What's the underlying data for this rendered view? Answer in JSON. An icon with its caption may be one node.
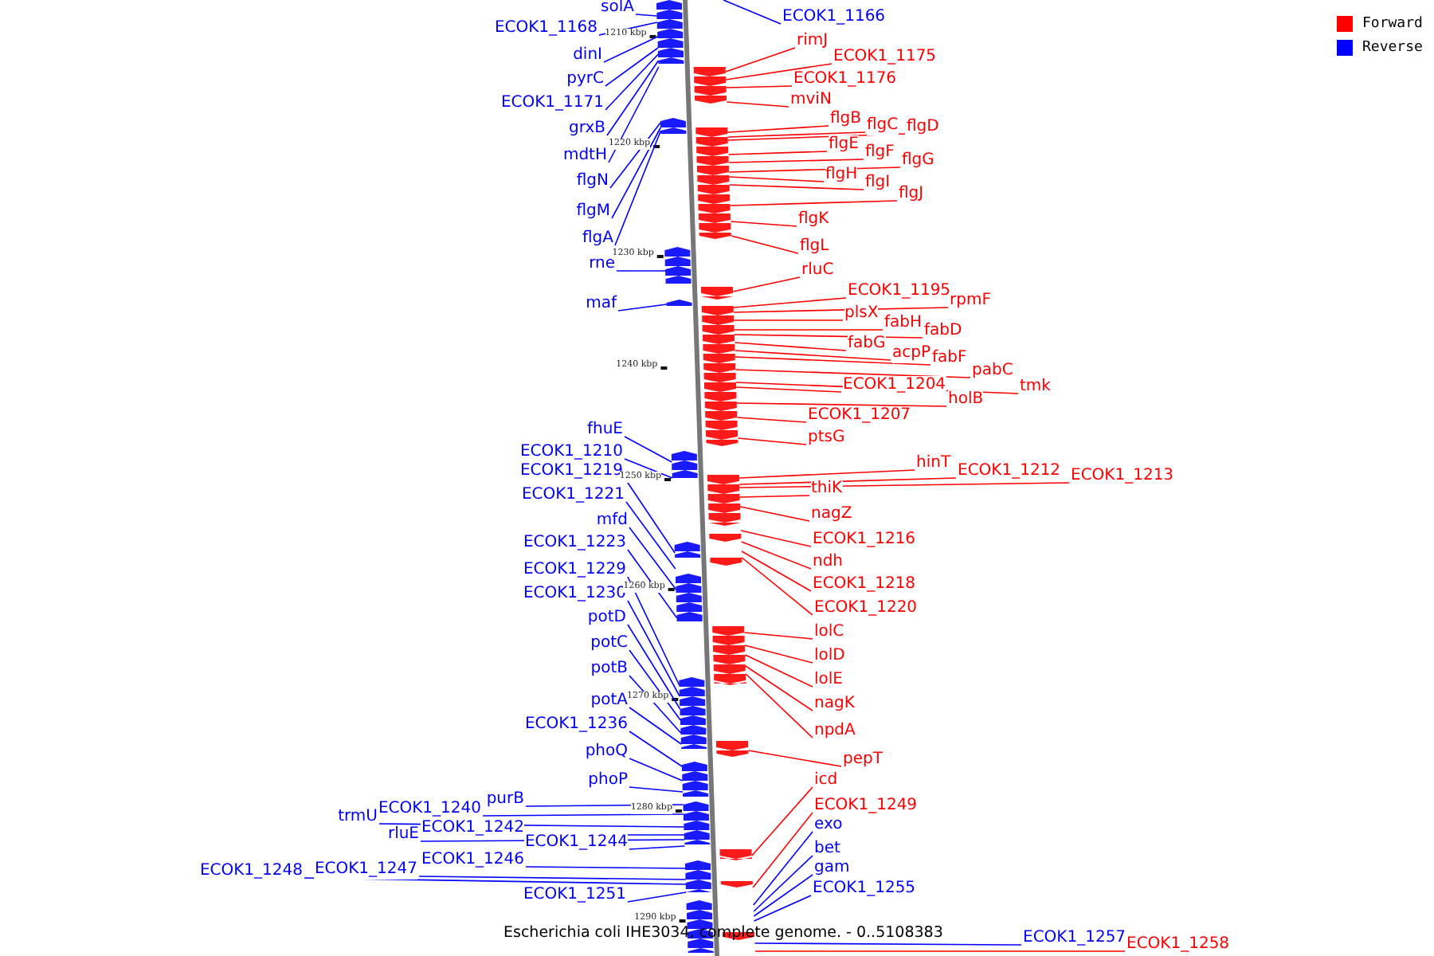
{
  "diagram": {
    "caption": "Escherichia coli IHE3034, complete genome. - 0..5108383",
    "nodes": [
      {
        "text": [
          "solA"
        ]
      },
      {
        "text": [
          "ECOK1_1168"
        ]
      },
      {
        "text": [
          "dinI"
        ]
      },
      {
        "text": [
          "pyrC"
        ]
      },
      {
        "text": [
          "ECOK1_1171"
        ]
      },
      {
        "text": [
          "grxB"
        ]
      },
      {
        "text": [
          "mdtH"
        ]
      },
      {
        "text": [
          "flgN"
        ]
      },
      {
        "text": [
          "flgM"
        ]
      },
      {
        "text": [
          "flgA"
        ]
      },
      {
        "text": [
          "rne"
        ]
      },
      {
        "text": [
          "maf"
        ]
      },
      {
        "text": [
          "fhuE"
        ]
      },
      {
        "text": [
          "ECOK1_1210"
        ]
      },
      {
        "text": [
          "ECOK1_1219"
        ]
      },
      {
        "text": [
          "ECOK1_1221"
        ]
      },
      {
        "text": [
          "mfd"
        ]
      },
      {
        "text": [
          "ECOK1_1223"
        ]
      },
      {
        "text": [
          "ECOK1_1229"
        ]
      },
      {
        "text": [
          "ECOK1_1230"
        ]
      },
      {
        "text": [
          "potD"
        ]
      },
      {
        "text": [
          "potC"
        ]
      },
      {
        "text": [
          "potB"
        ]
      },
      {
        "text": [
          "potA"
        ]
      },
      {
        "text": [
          "ECOK1_1236"
        ]
      },
      {
        "text": [
          "phoQ"
        ]
      },
      {
        "text": [
          "phoP"
        ]
      },
      {
        "text": [
          "purB"
        ]
      },
      {
        "text": [
          "ECOK1_1240"
        ]
      },
      {
        "text": [
          "trmU"
        ]
      },
      {
        "text": [
          "ECOK1_1242"
        ]
      },
      {
        "text": [
          "rluE"
        ]
      },
      {
        "text": [
          "ECOK1_1244"
        ]
      },
      {
        "text": [
          "ECOK1_1246"
        ]
      },
      {
        "text": [
          "ECOK1_1247"
        ]
      },
      {
        "text": [
          "ECOK1_1248"
        ]
      },
      {
        "text": [
          "ECOK1_1251"
        ]
      },
      {
        "text": [
          "ECOK1_1166"
        ]
      },
      {
        "text": [
          "rimJ"
        ]
      },
      {
        "text": [
          "ECOK1_1175"
        ]
      },
      {
        "text": [
          "ECOK1_1176"
        ]
      },
      {
        "text": [
          "mviN"
        ]
      },
      {
        "text": [
          "flgB"
        ]
      },
      {
        "text": [
          "flgC"
        ]
      },
      {
        "text": [
          "flgD"
        ]
      },
      {
        "text": [
          "flgE"
        ]
      },
      {
        "text": [
          "flgF"
        ]
      },
      {
        "text": [
          "flgG"
        ]
      },
      {
        "text": [
          "flgH"
        ]
      },
      {
        "text": [
          "flgI"
        ]
      },
      {
        "text": [
          "flgJ"
        ]
      },
      {
        "text": [
          "flgK"
        ]
      },
      {
        "text": [
          "flgL"
        ]
      },
      {
        "text": [
          "rluC"
        ]
      },
      {
        "text": [
          "ECOK1_1195"
        ]
      },
      {
        "text": [
          "rpmF"
        ]
      },
      {
        "text": [
          "plsX"
        ]
      },
      {
        "text": [
          "fabH"
        ]
      },
      {
        "text": [
          "fabD"
        ]
      },
      {
        "text": [
          "fabG"
        ]
      },
      {
        "text": [
          "acpP"
        ]
      },
      {
        "text": [
          "fabF"
        ]
      },
      {
        "text": [
          "pabC"
        ]
      },
      {
        "text": [
          "tmk"
        ]
      },
      {
        "text": [
          "ECOK1_1204"
        ]
      },
      {
        "text": [
          "holB"
        ]
      },
      {
        "text": [
          "ECOK1_1207"
        ]
      },
      {
        "text": [
          "ptsG"
        ]
      },
      {
        "text": [
          "hinT"
        ]
      },
      {
        "text": [
          "ECOK1_1212"
        ]
      },
      {
        "text": [
          "ECOK1_1213"
        ]
      },
      {
        "text": [
          "thiK"
        ]
      },
      {
        "text": [
          "nagZ"
        ]
      },
      {
        "text": [
          "ECOK1_1216"
        ]
      },
      {
        "text": [
          "ndh"
        ]
      },
      {
        "text": [
          "ECOK1_1218"
        ]
      },
      {
        "text": [
          "ECOK1_1220"
        ]
      },
      {
        "text": [
          "lolC"
        ]
      },
      {
        "text": [
          "lolD"
        ]
      },
      {
        "text": [
          "lolE"
        ]
      },
      {
        "text": [
          "nagK"
        ]
      },
      {
        "text": [
          "npdA"
        ]
      },
      {
        "text": [
          "pepT"
        ]
      },
      {
        "text": [
          "icd"
        ]
      },
      {
        "text": [
          "ECOK1_1249"
        ]
      },
      {
        "text": [
          "exo"
        ]
      },
      {
        "text": [
          "bet"
        ]
      },
      {
        "text": [
          "gam"
        ]
      },
      {
        "text": [
          "ECOK1_1255"
        ]
      },
      {
        "text": [
          "ECOK1_1257"
        ]
      },
      {
        "text": [
          "ECOK1_1258"
        ]
      },
      {
        "text": [],
        "shape": "picture"
      }
    ],
    "edges": [
      {
        "from": 0,
        "to": 91,
        "arrow": "none",
        "color": "#0000ff"
      },
      {
        "from": 1,
        "to": 91,
        "arrow": "none",
        "color": "#0000ff"
      },
      {
        "from": 2,
        "to": 91,
        "arrow": "none",
        "color": "#0000ff"
      },
      {
        "from": 3,
        "to": 91,
        "arrow": "none",
        "color": "#0000ff"
      },
      {
        "from": 4,
        "to": 91,
        "arrow": "none",
        "color": "#0000ff"
      },
      {
        "from": 5,
        "to": 91,
        "arrow": "none",
        "color": "#0000ff"
      },
      {
        "from": 6,
        "to": 91,
        "arrow": "none",
        "color": "#0000ff"
      },
      {
        "from": 7,
        "to": 91,
        "arrow": "none",
        "color": "#0000ff"
      },
      {
        "from": 8,
        "to": 91,
        "arrow": "none",
        "color": "#0000ff"
      },
      {
        "from": 9,
        "to": 91,
        "arrow": "none",
        "color": "#0000ff"
      },
      {
        "from": 10,
        "to": 91,
        "arrow": "none",
        "color": "#0000ff"
      },
      {
        "from": 11,
        "to": 91,
        "arrow": "none",
        "color": "#0000ff"
      },
      {
        "from": 12,
        "to": 91,
        "arrow": "none",
        "color": "#0000ff"
      },
      {
        "from": 13,
        "to": 91,
        "arrow": "none",
        "color": "#0000ff"
      },
      {
        "from": 14,
        "to": 91,
        "arrow": "none",
        "color": "#0000ff"
      },
      {
        "from": 15,
        "to": 91,
        "arrow": "none",
        "color": "#0000ff"
      },
      {
        "from": 16,
        "to": 91,
        "arrow": "none",
        "color": "#0000ff"
      },
      {
        "from": 17,
        "to": 91,
        "arrow": "none",
        "color": "#0000ff"
      },
      {
        "from": 18,
        "to": 91,
        "arrow": "none",
        "color": "#0000ff"
      },
      {
        "from": 19,
        "to": 91,
        "arrow": "none",
        "color": "#0000ff"
      },
      {
        "from": 20,
        "to": 91,
        "arrow": "none",
        "color": "#0000ff"
      },
      {
        "from": 21,
        "to": 91,
        "arrow": "none",
        "color": "#0000ff"
      },
      {
        "from": 22,
        "to": 91,
        "arrow": "none",
        "color": "#0000ff"
      },
      {
        "from": 23,
        "to": 91,
        "arrow": "none",
        "color": "#0000ff"
      },
      {
        "from": 24,
        "to": 91,
        "arrow": "none",
        "color": "#0000ff"
      },
      {
        "from": 25,
        "to": 91,
        "arrow": "none",
        "color": "#0000ff"
      },
      {
        "from": 26,
        "to": 91,
        "arrow": "none",
        "color": "#0000ff"
      },
      {
        "from": 27,
        "to": 91,
        "arrow": "none",
        "color": "#0000ff"
      },
      {
        "from": 28,
        "to": 91,
        "arrow": "none",
        "color": "#0000ff"
      },
      {
        "from": 29,
        "to": 91,
        "arrow": "none",
        "color": "#0000ff"
      },
      {
        "from": 30,
        "to": 91,
        "arrow": "none",
        "color": "#0000ff"
      },
      {
        "from": 31,
        "to": 91,
        "arrow": "none",
        "color": "#0000ff"
      },
      {
        "from": 32,
        "to": 91,
        "arrow": "none",
        "color": "#0000ff"
      },
      {
        "from": 33,
        "to": 91,
        "arrow": "none",
        "color": "#0000ff"
      },
      {
        "from": 34,
        "to": 91,
        "arrow": "none",
        "color": "#0000ff"
      },
      {
        "from": 35,
        "to": 91,
        "arrow": "none",
        "color": "#0000ff"
      },
      {
        "from": 36,
        "to": 91,
        "arrow": "none",
        "color": "#0000ff"
      },
      {
        "from": 37,
        "to": 91,
        "arrow": "none",
        "color": "#0000ff"
      },
      {
        "from": 38,
        "to": 91,
        "arrow": "none"
      },
      {
        "from": 39,
        "to": 91,
        "arrow": "none"
      },
      {
        "from": 40,
        "to": 91,
        "arrow": "none"
      },
      {
        "from": 41,
        "to": 91,
        "arrow": "none"
      },
      {
        "from": 42,
        "to": 91,
        "arrow": "none"
      },
      {
        "from": 43,
        "to": 91,
        "arrow": "none"
      },
      {
        "from": 44,
        "to": 91,
        "arrow": "none"
      },
      {
        "from": 45,
        "to": 91,
        "arrow": "none"
      },
      {
        "from": 46,
        "to": 91,
        "arrow": "none"
      },
      {
        "from": 47,
        "to": 91,
        "arrow": "none"
      },
      {
        "from": 48,
        "to": 91,
        "arrow": "none"
      },
      {
        "from": 49,
        "to": 91,
        "arrow": "none"
      },
      {
        "from": 50,
        "to": 91,
        "arrow": "none"
      },
      {
        "from": 51,
        "to": 91,
        "arrow": "none"
      },
      {
        "from": 52,
        "to": 91,
        "arrow": "none"
      },
      {
        "from": 53,
        "to": 91,
        "arrow": "none"
      },
      {
        "from": 54,
        "to": 91,
        "arrow": "none"
      },
      {
        "from": 55,
        "to": 91,
        "arrow": "none"
      },
      {
        "from": 56,
        "to": 91,
        "arrow": "none"
      },
      {
        "from": 57,
        "to": 91,
        "arrow": "none"
      },
      {
        "from": 58,
        "to": 91,
        "arrow": "none"
      },
      {
        "from": 59,
        "to": 91,
        "arrow": "none"
      },
      {
        "from": 60,
        "to": 91,
        "arrow": "none"
      },
      {
        "from": 61,
        "to": 91,
        "arrow": "none"
      },
      {
        "from": 62,
        "to": 91,
        "arrow": "none"
      },
      {
        "from": 63,
        "to": 91,
        "arrow": "none"
      },
      {
        "from": 64,
        "to": 91,
        "arrow": "none"
      },
      {
        "from": 65,
        "to": 91,
        "arrow": "none"
      },
      {
        "from": 66,
        "to": 91,
        "arrow": "none"
      },
      {
        "from": 67,
        "to": 91,
        "arrow": "none"
      },
      {
        "from": 68,
        "to": 91,
        "arrow": "none"
      },
      {
        "from": 69,
        "to": 91,
        "arrow": "none"
      },
      {
        "from": 70,
        "to": 91,
        "arrow": "none"
      },
      {
        "from": 71,
        "to": 91,
        "arrow": "none"
      },
      {
        "from": 72,
        "to": 91,
        "arrow": "none"
      },
      {
        "from": 73,
        "to": 91,
        "arrow": "none"
      },
      {
        "from": 74,
        "to": 91,
        "arrow": "none"
      },
      {
        "from": 75,
        "to": 91,
        "arrow": "none"
      },
      {
        "from": 76,
        "to": 91,
        "arrow": "none"
      },
      {
        "from": 77,
        "to": 91,
        "arrow": "none"
      },
      {
        "from": 78,
        "to": 91,
        "arrow": "none"
      },
      {
        "from": 79,
        "to": 91,
        "arrow": "none"
      },
      {
        "from": 80,
        "to": 91,
        "arrow": "none"
      },
      {
        "from": 81,
        "to": 91,
        "arrow": "none"
      },
      {
        "from": 82,
        "to": 91,
        "arrow": "none"
      },
      {
        "from": 83,
        "to": 91,
        "arrow": "none"
      },
      {
        "from": 84,
        "to": 91,
        "arrow": "none"
      },
      {
        "from": 85,
        "to": 91,
        "arrow": "none",
        "color": "#0000ff"
      },
      {
        "from": 86,
        "to": 91,
        "arrow": "none",
        "color": "#0000ff"
      },
      {
        "from": 87,
        "to": 91,
        "arrow": "none",
        "color": "#0000ff"
      },
      {
        "from": 88,
        "to": 91,
        "arrow": "none",
        "color": "#0000ff"
      },
      {
        "from": 89,
        "to": 91,
        "arrow": "none",
        "color": "#0000ff"
      },
      {
        "from": 90,
        "to": 91,
        "arrow": "none"
      }
    ],
    "labels": [
      "1210 kbp",
      "1220 kbp",
      "1230 kbp",
      "1240 kbp",
      "1250 kbp",
      "1260 kbp",
      "1270 kbp",
      "1280 kbp",
      "1290 kbp"
    ],
    "legend": [
      {
        "text": "Forward",
        "color": "#ff0000"
      },
      {
        "text": "Reverse",
        "color": "#0000ff"
      }
    ]
  }
}
